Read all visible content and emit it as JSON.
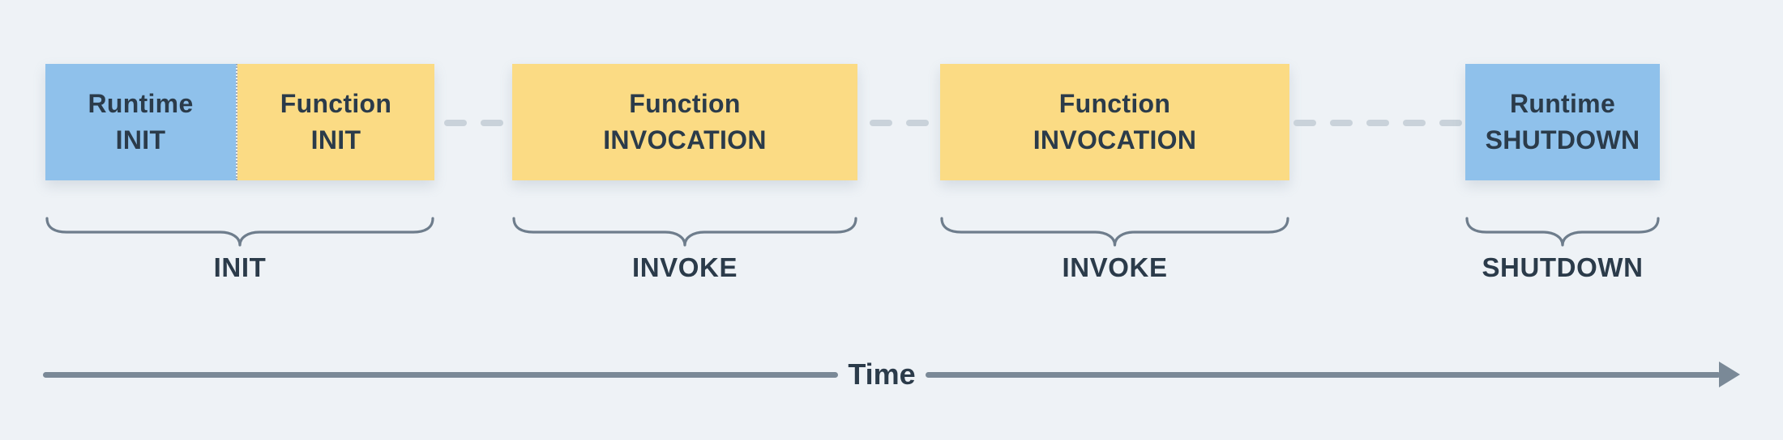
{
  "diagram": {
    "phases": [
      {
        "id": "runtime-init",
        "line1": "Runtime",
        "line2": "INIT",
        "kind": "runtime"
      },
      {
        "id": "function-init",
        "line1": "Function",
        "line2": "INIT",
        "kind": "function"
      },
      {
        "id": "function-invocation-1",
        "line1": "Function",
        "line2": "INVOCATION",
        "kind": "function"
      },
      {
        "id": "function-invocation-2",
        "line1": "Function",
        "line2": "INVOCATION",
        "kind": "function"
      },
      {
        "id": "runtime-shutdown",
        "line1": "Runtime",
        "line2": "SHUTDOWN",
        "kind": "runtime"
      }
    ],
    "groups": [
      {
        "label": "INIT"
      },
      {
        "label": "INVOKE"
      },
      {
        "label": "INVOKE"
      },
      {
        "label": "SHUTDOWN"
      }
    ],
    "connectors": [
      {
        "dashes": 2
      },
      {
        "dashes": 2
      },
      {
        "dashes": 5
      }
    ],
    "time_axis": {
      "label": "Time"
    },
    "colors": {
      "background": "#eef2f6",
      "runtime_box": "#8fc1eb",
      "function_box": "#fbdb84",
      "text": "#2b3b4a",
      "brace": "#6e7d8c",
      "axis": "#7a8997",
      "dash": "#c9d2da"
    }
  }
}
